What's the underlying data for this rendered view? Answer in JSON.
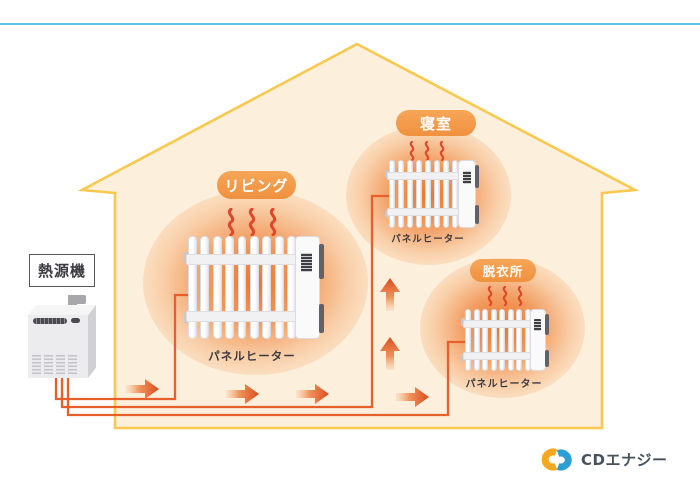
{
  "header": {
    "divider_color": "#5FBDE8"
  },
  "heat_source": {
    "label": "熱源機"
  },
  "rooms": {
    "living": {
      "label": "リビング",
      "heater_label": "パネルヒーター"
    },
    "bedroom": {
      "label": "寝室",
      "heater_label": "パネルヒーター"
    },
    "dressing": {
      "label": "脱衣所",
      "heater_label": "パネルヒーター"
    }
  },
  "logo": {
    "text": "CDエナジー"
  },
  "colors": {
    "divider": "#5FBDE8",
    "house_fill": "#FCEFDC",
    "house_stroke": "#F9C84F",
    "pipe": "#E7602C",
    "arrow_head": "#DC4A1F",
    "badge": "#F4994B",
    "heat_wave": "#DF4828",
    "glow": "#ED6E1E",
    "logo_text": "#46525C",
    "logo_orange": "#F5A81F",
    "logo_blue": "#2E9FD4"
  }
}
